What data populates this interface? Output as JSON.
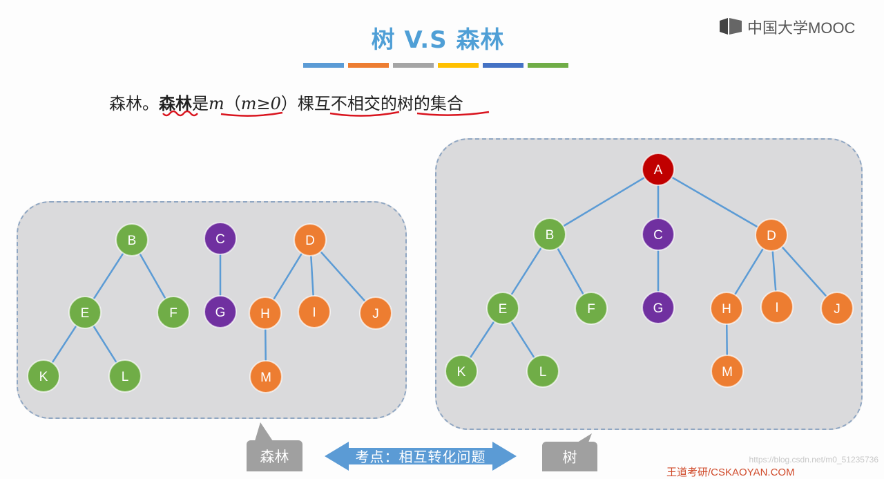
{
  "header": {
    "title": "树 V.S 森林",
    "logo_text": "中国大学MOOC",
    "color_bar": [
      "#5b9bd5",
      "#ed7d31",
      "#a5a5a5",
      "#ffc000",
      "#4472c4",
      "#70ad47"
    ]
  },
  "definition": {
    "part1": "森林。",
    "part2": "森林",
    "part3": "是",
    "part4": "m",
    "part5": "（",
    "part6": "m≥0",
    "part7": "）棵互不相交的树的集合"
  },
  "colors": {
    "green": "#70ad47",
    "purple": "#7030a0",
    "orange": "#ed7d31",
    "red": "#c00000",
    "edge": "#5b9bd5",
    "underline": "#d9141e"
  },
  "forest": {
    "label": "森林",
    "nodes": [
      {
        "id": "B",
        "label": "B",
        "color": "green"
      },
      {
        "id": "E",
        "label": "E",
        "color": "green"
      },
      {
        "id": "F",
        "label": "F",
        "color": "green"
      },
      {
        "id": "K",
        "label": "K",
        "color": "green"
      },
      {
        "id": "L",
        "label": "L",
        "color": "green"
      },
      {
        "id": "C",
        "label": "C",
        "color": "purple"
      },
      {
        "id": "G",
        "label": "G",
        "color": "purple"
      },
      {
        "id": "D",
        "label": "D",
        "color": "orange"
      },
      {
        "id": "H",
        "label": "H",
        "color": "orange"
      },
      {
        "id": "I",
        "label": "I",
        "color": "orange"
      },
      {
        "id": "J",
        "label": "J",
        "color": "orange"
      },
      {
        "id": "M",
        "label": "M",
        "color": "orange"
      }
    ],
    "edges": [
      [
        "B",
        "E"
      ],
      [
        "B",
        "F"
      ],
      [
        "E",
        "K"
      ],
      [
        "E",
        "L"
      ],
      [
        "C",
        "G"
      ],
      [
        "D",
        "H"
      ],
      [
        "D",
        "I"
      ],
      [
        "D",
        "J"
      ],
      [
        "H",
        "M"
      ]
    ]
  },
  "tree": {
    "label": "树",
    "nodes": [
      {
        "id": "A",
        "label": "A",
        "color": "red"
      },
      {
        "id": "B",
        "label": "B",
        "color": "green"
      },
      {
        "id": "E",
        "label": "E",
        "color": "green"
      },
      {
        "id": "F",
        "label": "F",
        "color": "green"
      },
      {
        "id": "K",
        "label": "K",
        "color": "green"
      },
      {
        "id": "L",
        "label": "L",
        "color": "green"
      },
      {
        "id": "C",
        "label": "C",
        "color": "purple"
      },
      {
        "id": "G",
        "label": "G",
        "color": "purple"
      },
      {
        "id": "D",
        "label": "D",
        "color": "orange"
      },
      {
        "id": "H",
        "label": "H",
        "color": "orange"
      },
      {
        "id": "I",
        "label": "I",
        "color": "orange"
      },
      {
        "id": "J",
        "label": "J",
        "color": "orange"
      },
      {
        "id": "M",
        "label": "M",
        "color": "orange"
      }
    ],
    "edges": [
      [
        "A",
        "B"
      ],
      [
        "A",
        "C"
      ],
      [
        "A",
        "D"
      ],
      [
        "B",
        "E"
      ],
      [
        "B",
        "F"
      ],
      [
        "E",
        "K"
      ],
      [
        "E",
        "L"
      ],
      [
        "C",
        "G"
      ],
      [
        "D",
        "H"
      ],
      [
        "D",
        "I"
      ],
      [
        "D",
        "J"
      ],
      [
        "H",
        "M"
      ]
    ]
  },
  "footer": {
    "arrow_text": "考点：相互转化问题",
    "watermark": "https://blog.csdn.net/m0_51235736",
    "bottom_partial": "王道考研/CSKAOYAN.COM"
  }
}
